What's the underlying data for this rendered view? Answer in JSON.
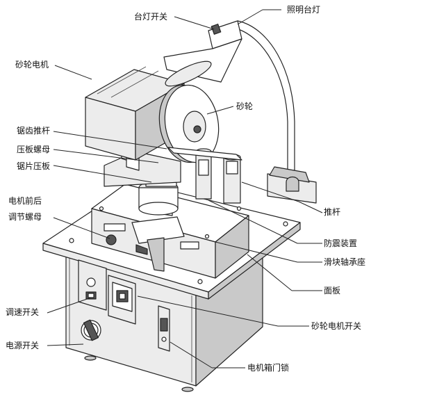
{
  "labels": {
    "lamp_switch": "台灯开关",
    "lamp": "照明台灯",
    "wheel_motor": "砂轮电机",
    "wheel": "砂轮",
    "saw_push_rod": "锯齿推杆",
    "clamp_nut": "压板螺母",
    "blade_clamp": "锯片压板",
    "motor_adjust_line1": "电机前后",
    "motor_adjust_line2": "调节螺母",
    "push_rod": "推杆",
    "shock_device": "防震装置",
    "slide_bearing": "滑块轴承座",
    "panel": "面板",
    "speed_switch": "调速开关",
    "wheel_motor_switch": "砂轮电机开关",
    "power_switch": "电源开关",
    "cabinet_lock": "电机箱门锁"
  }
}
